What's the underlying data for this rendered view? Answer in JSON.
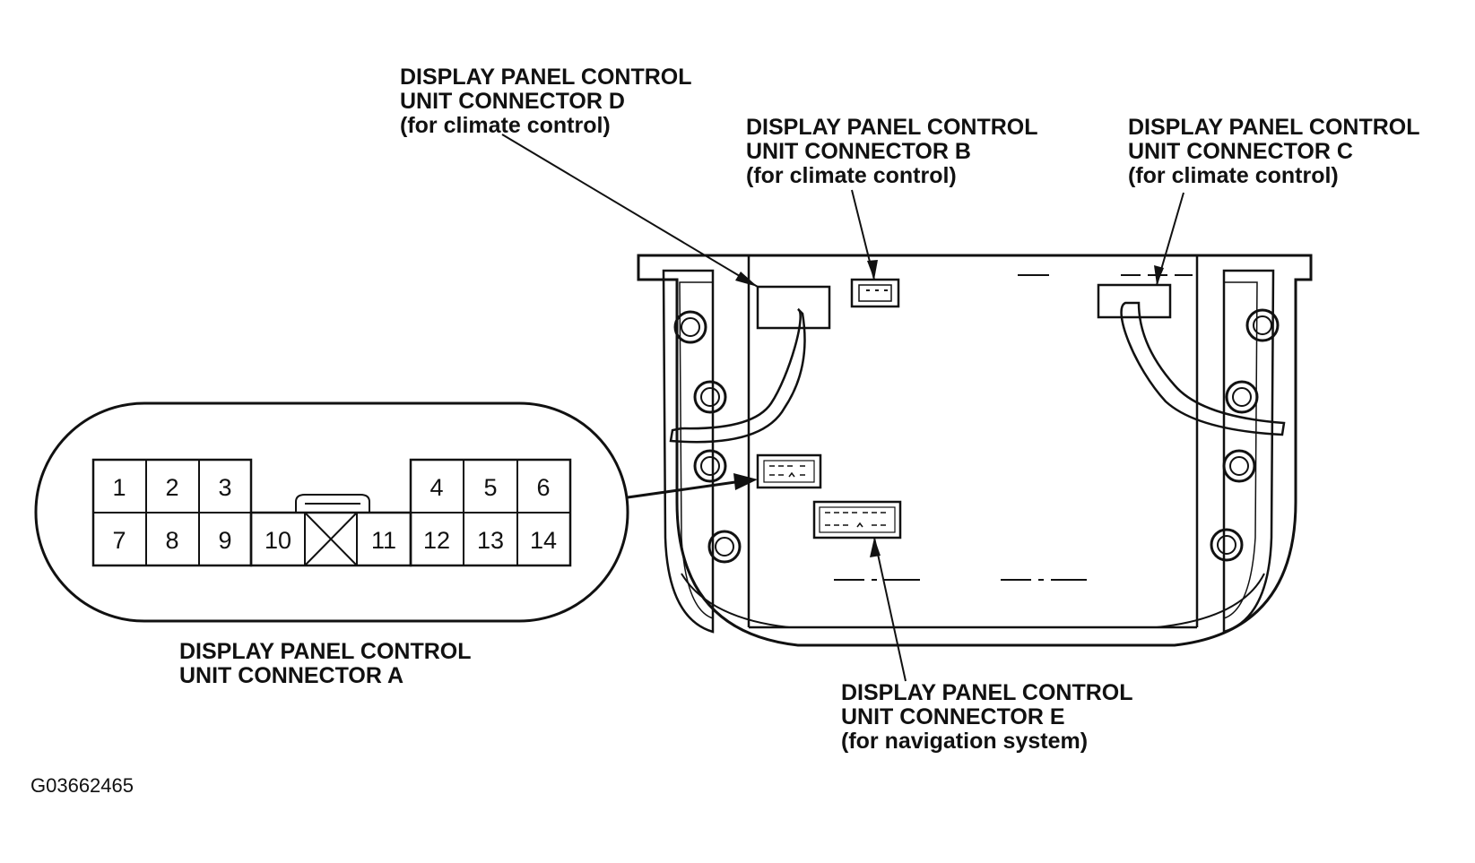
{
  "labels": {
    "connector_d": {
      "line1": "DISPLAY PANEL CONTROL",
      "line2": "UNIT CONNECTOR D",
      "line3": "(for climate control)"
    },
    "connector_b": {
      "line1": "DISPLAY PANEL CONTROL",
      "line2": "UNIT CONNECTOR B",
      "line3": "(for climate control)"
    },
    "connector_c": {
      "line1": "DISPLAY PANEL CONTROL",
      "line2": "UNIT CONNECTOR C",
      "line3": "(for climate control)"
    },
    "connector_a": {
      "line1": "DISPLAY PANEL CONTROL",
      "line2": "UNIT CONNECTOR A"
    },
    "connector_e": {
      "line1": "DISPLAY PANEL CONTROL",
      "line2": "UNIT CONNECTOR E",
      "line3": "(for navigation system)"
    }
  },
  "pins": {
    "top": [
      "1",
      "2",
      "3",
      "4",
      "5",
      "6"
    ],
    "bottom": [
      "7",
      "8",
      "9",
      "10",
      "11",
      "12",
      "13",
      "14"
    ]
  },
  "figure_code": "G03662465"
}
